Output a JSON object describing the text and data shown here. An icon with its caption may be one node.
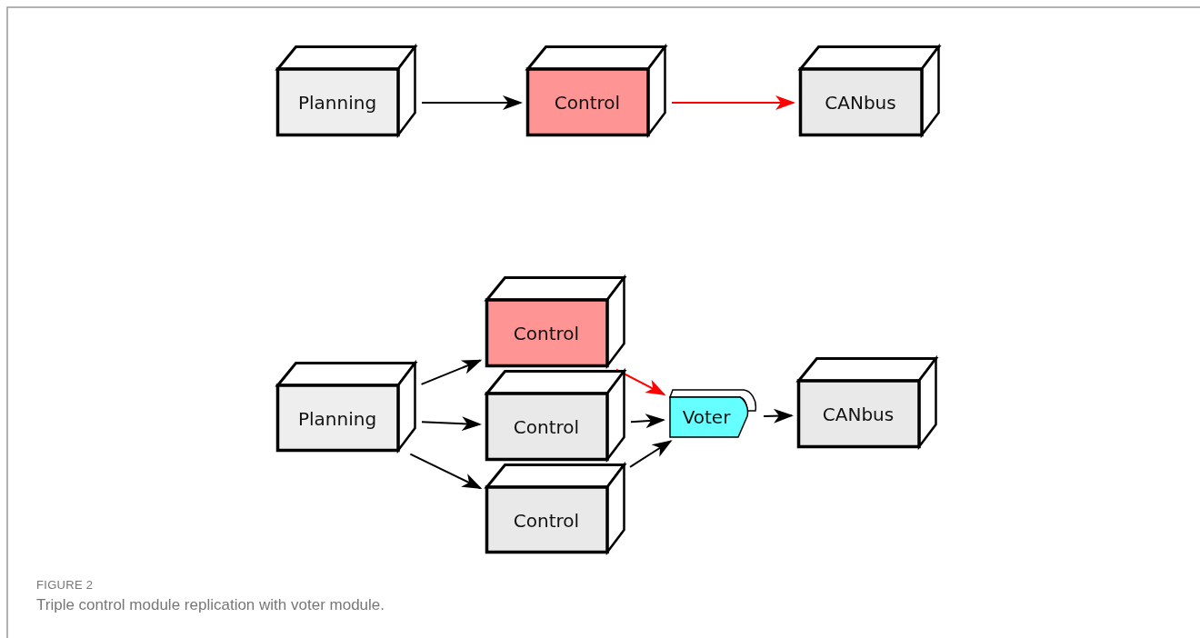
{
  "diagram": {
    "caption": "Triple control module replication with voter module.",
    "nodes": [
      {
        "text": [
          "Planning"
        ]
      },
      {
        "text": [
          "Control"
        ]
      },
      {
        "text": [
          "CANbus"
        ]
      },
      {
        "text": [
          "Planning"
        ]
      },
      {
        "text": [
          "Control"
        ]
      },
      {
        "text": [
          "Control"
        ]
      },
      {
        "text": [
          "Control"
        ]
      },
      {
        "text": [
          "Voter"
        ]
      },
      {
        "text": [
          "CANbus"
        ]
      }
    ],
    "edges": [
      {
        "from": 0,
        "to": 1,
        "arrow": "to"
      },
      {
        "from": 1,
        "to": 2,
        "arrow": "to",
        "color": "#ff0000"
      },
      {
        "from": 3,
        "to": 4,
        "arrow": "to"
      },
      {
        "from": 3,
        "to": 5,
        "arrow": "to"
      },
      {
        "from": 3,
        "to": 6,
        "arrow": "to"
      },
      {
        "from": 4,
        "to": 7,
        "arrow": "to",
        "color": "#ff0000"
      },
      {
        "from": 5,
        "to": 7,
        "arrow": "to"
      },
      {
        "from": 6,
        "to": 7,
        "arrow": "to"
      },
      {
        "from": 7,
        "to": 8,
        "arrow": "to"
      }
    ],
    "labels": [
      "FIGURE 2"
    ]
  }
}
